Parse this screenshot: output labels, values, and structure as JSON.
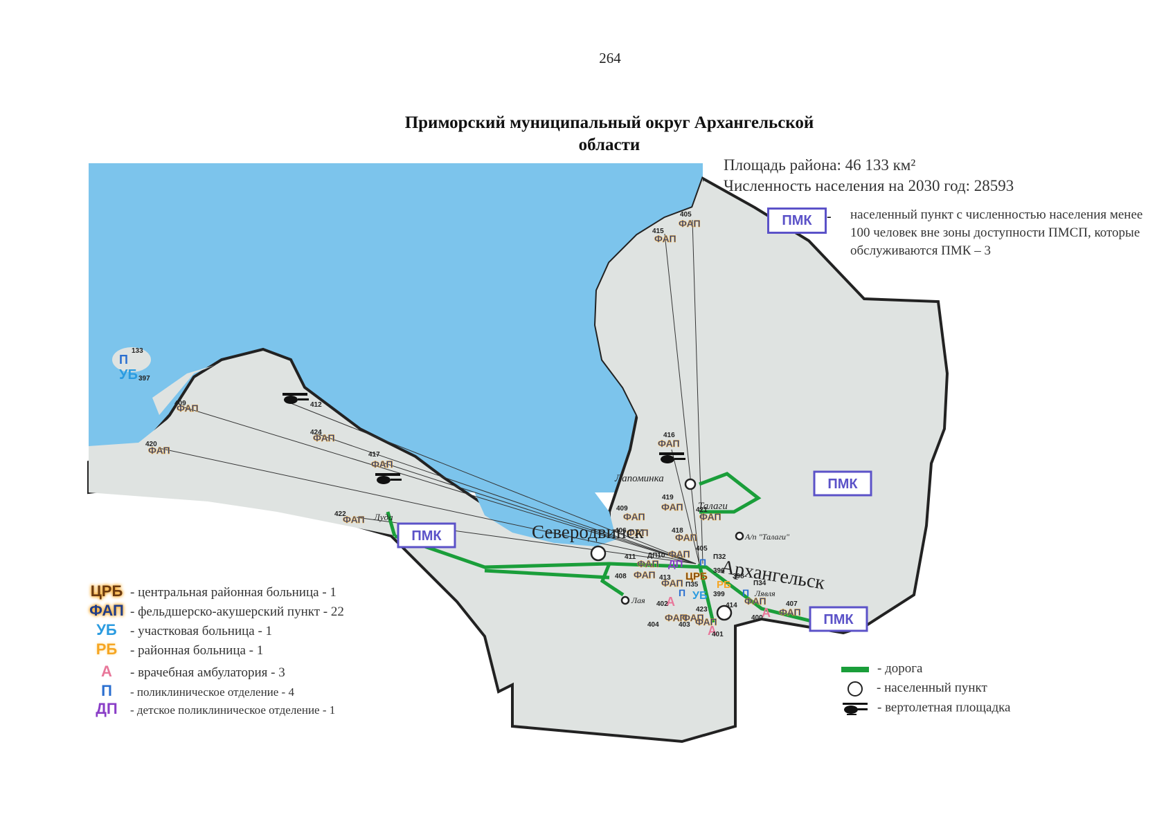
{
  "page_number": "264",
  "title": "Приморский муниципальный округ Архангельской области",
  "info": {
    "area": "Площадь района: 46 133 км²",
    "population": "Численность населения на 2030 год: 28593"
  },
  "pmk_legend": {
    "label": "ПМК",
    "dash": "-",
    "text": "населенный пункт с численностью населения менее 100 человек вне зоны доступности ПМСП, которые обслуживаются ПМК – 3"
  },
  "legend_facilities": [
    {
      "abbr": "ЦРБ",
      "text": "- центральная районная больница - 1",
      "color": "#6b3a10",
      "glow": "#f6a623"
    },
    {
      "abbr": "ФАП",
      "text": "- фельдшерско-акушерский пункт - 22",
      "color": "#1f3d8a",
      "glow": "#f6a623"
    },
    {
      "abbr": "УБ",
      "text": "- участковая больница - 1",
      "color": "#2a9be0",
      "glow": "#ffffff"
    },
    {
      "abbr": "РБ",
      "text": "- районная больница - 1",
      "color": "#f6a623",
      "glow": "#fde0a0"
    },
    {
      "abbr": "А",
      "text": "- врачебная амбулатория - 3",
      "color": "#e8779a",
      "glow": "#ffffff"
    },
    {
      "abbr": "П",
      "text": "- поликлиническое отделение  - 4",
      "color": "#2a6fd0",
      "glow": "#cfe3ff"
    },
    {
      "abbr": "ДП",
      "text": "- детское поликлиническое отделение - 1",
      "color": "#8a3ec7",
      "glow": "#ffffff"
    }
  ],
  "legend_symbols": [
    {
      "icon": "road-line",
      "text": "- дорога"
    },
    {
      "icon": "settlement-circle",
      "text": "- населенный пункт"
    },
    {
      "icon": "helicopter-icon",
      "text": "- вертолетная площадка"
    }
  ],
  "map_labels": {
    "severodvinsk": "Северодвинск",
    "arkhangelsk": "Архангельск",
    "lapominka": "Лапоминка",
    "talagi": "Талаги",
    "airport": "А/п \"Талаги\"",
    "luda": "Луда",
    "lyavlya": "Лявля",
    "laya": "Лая"
  },
  "pmk_boxes": [
    {
      "label": "ПМК"
    },
    {
      "label": "ПМК"
    },
    {
      "label": "ПМК"
    }
  ],
  "colors": {
    "sea": "#7cc4ec",
    "land": "#dfe3e1",
    "road": "#1a9e3a",
    "pmk": "#5b52c8"
  }
}
